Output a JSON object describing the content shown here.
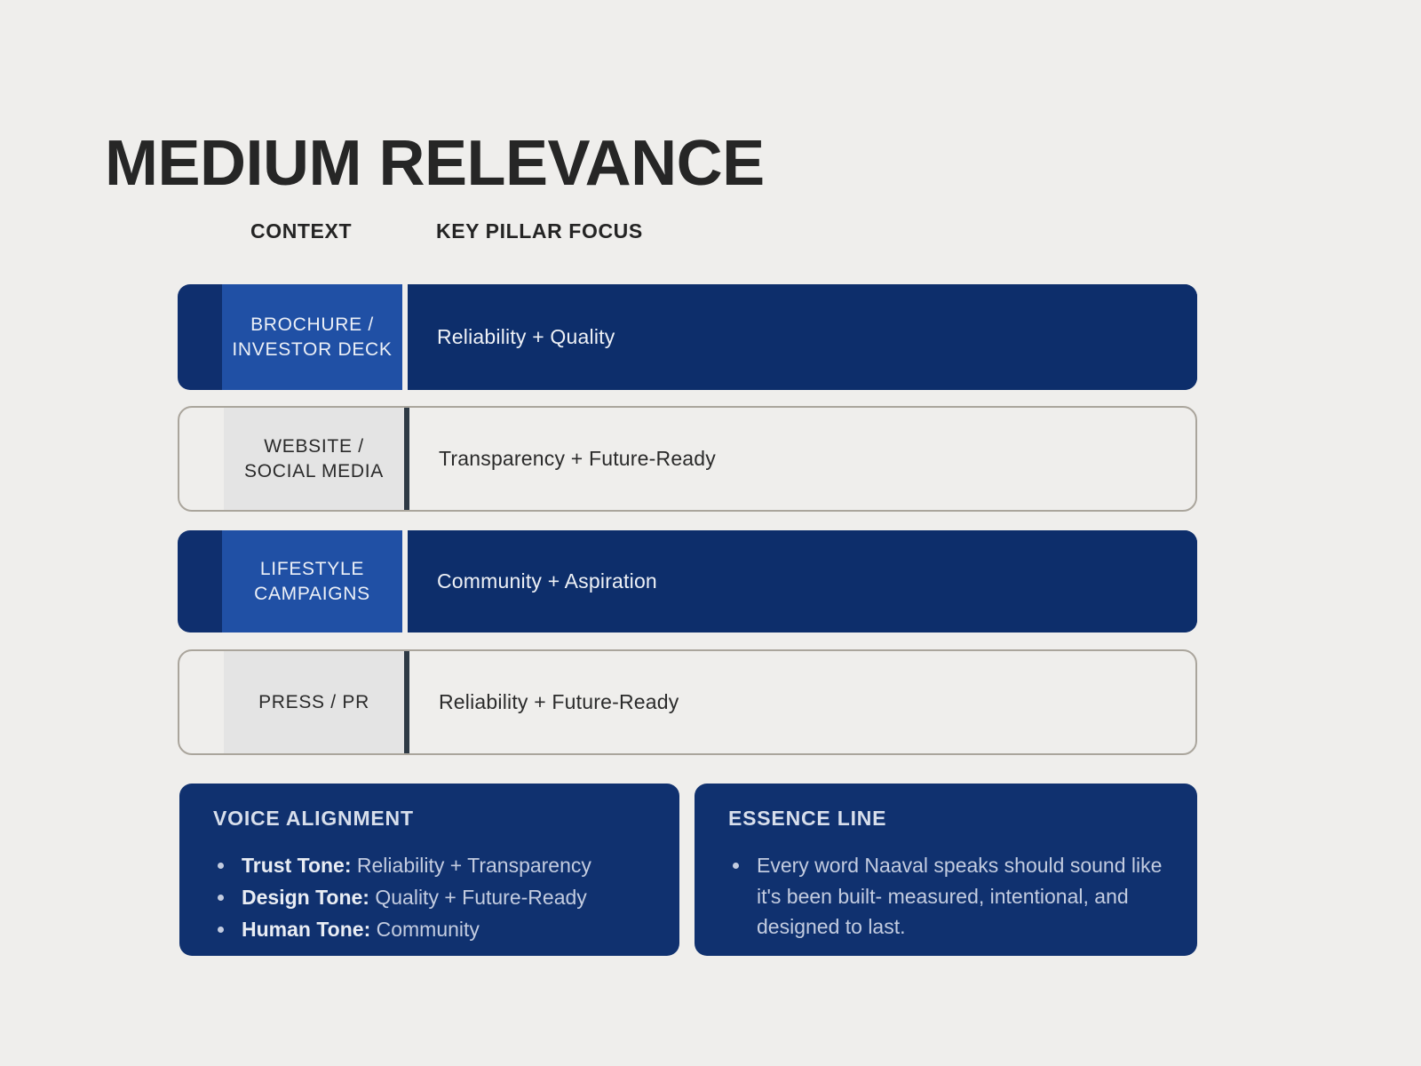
{
  "page": {
    "title": "MEDIUM RELEVANCE",
    "background_color": "#efeeec",
    "accent_navy": "#10316f",
    "accent_blue": "#2050a5"
  },
  "columns": {
    "context_header": "CONTEXT",
    "pillar_header": "KEY PILLAR FOCUS"
  },
  "rows": [
    {
      "context": "BROCHURE / INVESTOR DECK",
      "focus": "Reliability + Quality",
      "style": "dark"
    },
    {
      "context": "WEBSITE / SOCIAL MEDIA",
      "focus": "Transparency + Future-Ready",
      "style": "light"
    },
    {
      "context": "LIFESTYLE CAMPAIGNS",
      "focus": "Community + Aspiration",
      "style": "dark"
    },
    {
      "context": "PRESS / PR",
      "focus": "Reliability + Future-Ready",
      "style": "light"
    }
  ],
  "voice_alignment": {
    "title": "VOICE ALIGNMENT",
    "items": [
      {
        "label": "Trust Tone:",
        "value": "Reliability + Transparency"
      },
      {
        "label": "Design Tone:",
        "value": "Quality + Future-Ready"
      },
      {
        "label": "Human Tone:",
        "value": "Community"
      }
    ]
  },
  "essence_line": {
    "title": "ESSENCE LINE",
    "items": [
      "Every word Naaval speaks should sound like it's been built- measured, intentional, and designed to last."
    ]
  }
}
